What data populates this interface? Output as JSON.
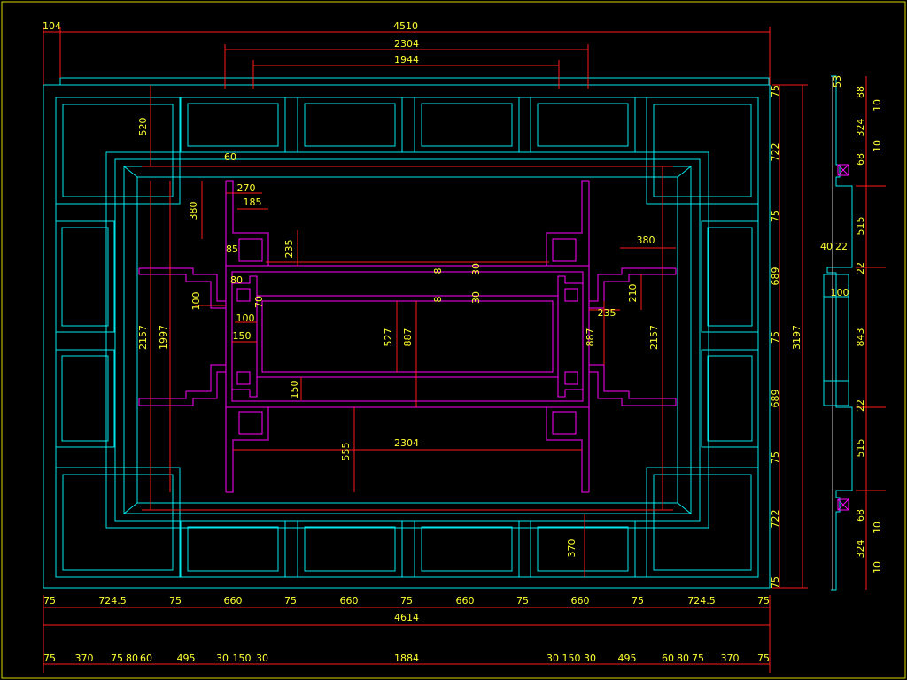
{
  "drawing": {
    "colors": {
      "outline": "#00e8ec",
      "inner_pattern": "#ff00ff",
      "dimension_lines": "#ff1a1a",
      "dimension_text": "#ffff33",
      "border": "#d8d800",
      "background": "#000000"
    },
    "top_dims": [
      "104",
      "4510",
      "2304",
      "1944"
    ],
    "bottom_dims_1": [
      "75",
      "724.5",
      "75",
      "660",
      "75",
      "660",
      "75",
      "660",
      "75",
      "660",
      "75",
      "724.5",
      "75"
    ],
    "bottom_total": "4614",
    "bottom_dims_2": [
      "75",
      "370",
      "75",
      "80",
      "60",
      "495",
      "30",
      "150",
      "30",
      "1884",
      "30",
      "150",
      "30",
      "495",
      "60",
      "80",
      "75",
      "370",
      "75"
    ],
    "right_dims": [
      "75",
      "722",
      "75",
      "689",
      "75",
      "689",
      "75",
      "722",
      "75"
    ],
    "right_total": "3197",
    "section_dims": [
      "53",
      "88",
      "10",
      "324",
      "10",
      "68",
      "515",
      "40",
      "22",
      "22",
      "100",
      "843",
      "22",
      "515",
      "68",
      "10",
      "324",
      "10"
    ],
    "inner_dims": [
      "520",
      "60",
      "270",
      "185",
      "380",
      "235",
      "85",
      "80",
      "70",
      "100",
      "100",
      "150",
      "8",
      "30",
      "8",
      "30",
      "527",
      "887",
      "150",
      "555",
      "2304",
      "380",
      "210",
      "235",
      "887",
      "2157",
      "1997",
      "2157",
      "370"
    ]
  }
}
